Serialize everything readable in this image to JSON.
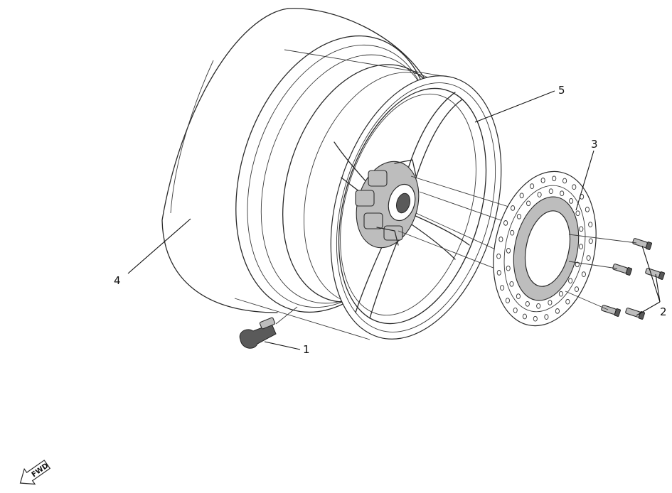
{
  "callouts": [
    {
      "id": "1",
      "label": "1"
    },
    {
      "id": "2",
      "label": "2"
    },
    {
      "id": "3",
      "label": "3"
    },
    {
      "id": "4",
      "label": "4"
    },
    {
      "id": "5",
      "label": "5"
    }
  ],
  "fwd_label": "FWD",
  "icons": {
    "fwd": "fwd-arrow-icon"
  }
}
